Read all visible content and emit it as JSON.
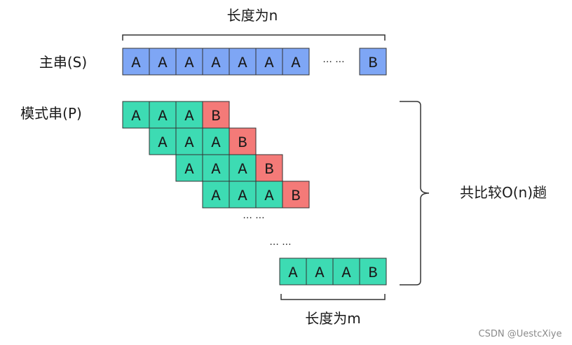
{
  "labels": {
    "top_length": "长度为n",
    "main_string": "主串(S)",
    "pattern_string": "模式串(P)",
    "total_compare": "共比较O(n)趟",
    "bottom_length": "长度为m",
    "dots_main": "··· ···",
    "dots_row5": "··· ···",
    "dots_row6": "··· ···",
    "watermark": "CSDN @UestcXiye"
  },
  "main_cells": [
    "A",
    "A",
    "A",
    "A",
    "A",
    "A",
    "A",
    "B"
  ],
  "pattern_rows": [
    {
      "cells": [
        "A",
        "A",
        "A",
        "B"
      ],
      "states": [
        "match",
        "match",
        "match",
        "mismatch"
      ]
    },
    {
      "cells": [
        "A",
        "A",
        "A",
        "B"
      ],
      "states": [
        "match",
        "match",
        "match",
        "mismatch"
      ]
    },
    {
      "cells": [
        "A",
        "A",
        "A",
        "B"
      ],
      "states": [
        "match",
        "match",
        "match",
        "mismatch"
      ]
    },
    {
      "cells": [
        "A",
        "A",
        "A",
        "B"
      ],
      "states": [
        "match",
        "match",
        "match",
        "mismatch"
      ]
    },
    {
      "cells": [
        "A",
        "A",
        "A",
        "B"
      ],
      "states": [
        "match",
        "match",
        "match",
        "match"
      ]
    }
  ],
  "colors": {
    "main_fill": "#7ea6f5",
    "match_fill": "#3ddbb3",
    "mismatch_fill": "#f47a78",
    "stroke": "#333333",
    "bracket": "#333333"
  }
}
